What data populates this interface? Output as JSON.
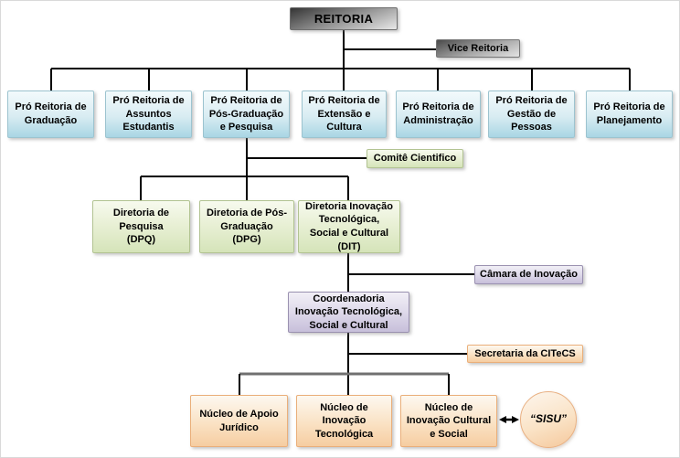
{
  "org": {
    "root": {
      "label": "REITORIA"
    },
    "vice": {
      "label": "Vice Reitoria"
    },
    "pro_reitorias": [
      {
        "label": "Pró Reitoria de\nGraduação"
      },
      {
        "label": "Pró Reitoria de\nAssuntos\nEstudantis"
      },
      {
        "label": "Pró Reitoria de\nPós-Graduação\ne Pesquisa"
      },
      {
        "label": "Pró Reitoria de\nExtensão e\nCultura"
      },
      {
        "label": "Pró Reitoria de\nAdministração"
      },
      {
        "label": "Pró Reitoria de\nGestão de\nPessoas"
      },
      {
        "label": "Pró Reitoria de\nPlanejamento"
      }
    ],
    "comite": {
      "label": "Comitê Cientifico"
    },
    "diretorias": [
      {
        "label": "Diretoria de\nPesquisa\n(DPQ)"
      },
      {
        "label": "Diretoria de Pós-\nGraduação\n(DPG)"
      },
      {
        "label": "Diretoria Inovação\nTecnológica,\nSocial e Cultural\n(DIT)"
      }
    ],
    "camara": {
      "label": "Câmara de Inovação"
    },
    "coordenadoria": {
      "label": "Coordenadoria\nInovação Tecnológica,\nSocial e Cultural"
    },
    "secretaria": {
      "label": "Secretaria da CITeCS"
    },
    "nucleos": [
      {
        "label": "Núcleo de Apoio\nJurídico"
      },
      {
        "label": "Núcleo de\nInovação\nTecnológica"
      },
      {
        "label": "Núcleo de\nInovação Cultural\ne Social"
      }
    ],
    "sisu": {
      "label": "“SISU”"
    },
    "colors": {
      "reitoria_gray": "#8c8c8c",
      "pro_reitoria_blue": "#bcdde9",
      "diretoria_green": "#dce8c2",
      "coordenacao_lavender": "#cdc5de",
      "nucleo_orange": "#f8d2a8",
      "connector_black": "#000000",
      "connector_gray": "#707070"
    }
  }
}
